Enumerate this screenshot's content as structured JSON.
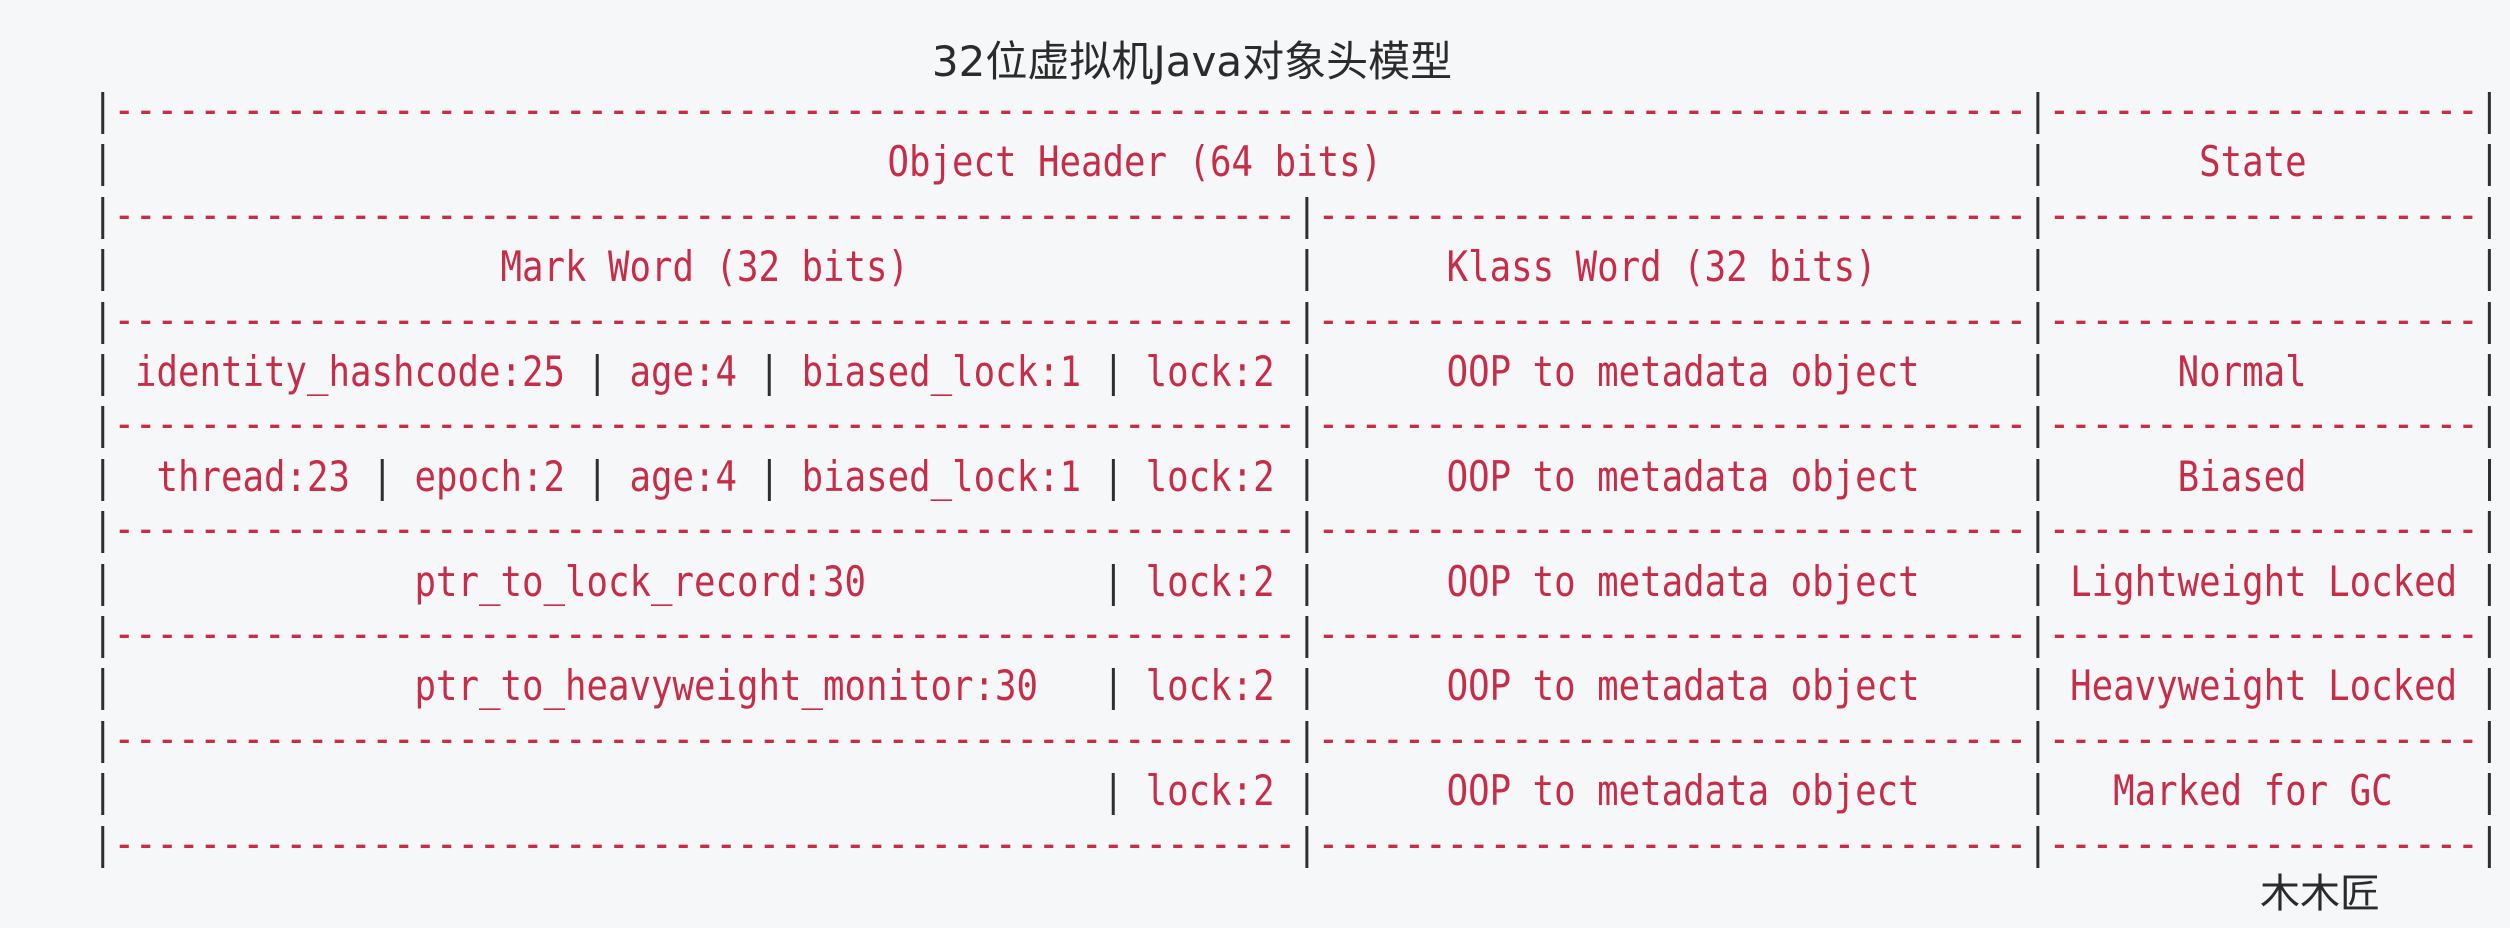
{
  "page": {
    "title": "32位虚拟机Java对象头模型",
    "watermark": "木木匠"
  },
  "colors": {
    "background": "#f6f7f9",
    "accent_red": "#c62d48",
    "pipe_dark": "#2f2f2f",
    "ink_dark": "#2b2b2b"
  },
  "table": {
    "header": {
      "object_header": "Object Header (64 bits)",
      "state": "State"
    },
    "subheader": {
      "mark_word": "Mark Word (32 bits)",
      "klass_word": "Klass Word (32 bits)"
    },
    "rows": [
      {
        "mark_word": "identity_hashcode:25 | age:4 | biased_lock:1 | lock:2",
        "klass_word": "OOP to metadata object",
        "state": "Normal"
      },
      {
        "mark_word": "thread:23 | epoch:2 | age:4 | biased_lock:1 | lock:2",
        "klass_word": "OOP to metadata object",
        "state": "Biased"
      },
      {
        "mark_word": "ptr_to_lock_record:30 | lock:2",
        "klass_word": "OOP to metadata object",
        "state": "Lightweight Locked"
      },
      {
        "mark_word": "ptr_to_heavyweight_monitor:30 | lock:2",
        "klass_word": "OOP to metadata object",
        "state": "Heavyweight Locked"
      },
      {
        "mark_word": "lock:2",
        "klass_word": "OOP to metadata object",
        "state": "Marked for GC"
      }
    ]
  },
  "ascii_diagram": {
    "legend": {
      "pipe": "|",
      "dash": "-"
    },
    "lines": [
      [
        "|",
        {
          "d": 89
        },
        "|",
        {
          "d": 20
        },
        "|"
      ],
      [
        "|",
        {
          "s": 36
        },
        "Object Header (64 bits)",
        {
          "s": 30
        },
        "|",
        {
          "s": 7
        },
        "State",
        {
          "s": 8
        },
        "|"
      ],
      [
        "|",
        {
          "d": 55
        },
        "|",
        {
          "d": 33
        },
        "|",
        {
          "d": 20
        },
        "|"
      ],
      [
        "|",
        {
          "s": 18
        },
        "Mark Word (32 bits)",
        {
          "s": 18
        },
        "|",
        {
          "s": 6
        },
        "Klass Word (32 bits)",
        {
          "s": 7
        },
        "|",
        {
          "s": 20
        },
        "|"
      ],
      [
        "|",
        {
          "d": 55
        },
        "|",
        {
          "d": 33
        },
        "|",
        {
          "d": 20
        },
        "|"
      ],
      [
        "|",
        " identity_hashcode:25 ",
        "|",
        " age:4 ",
        "|",
        " biased_lock:1 ",
        "|",
        " lock:2 ",
        "|",
        {
          "s": 6
        },
        "OOP to metadata object",
        {
          "s": 5
        },
        "|",
        {
          "s": 6
        },
        "Normal",
        {
          "s": 8
        },
        "|"
      ],
      [
        "|",
        {
          "d": 55
        },
        "|",
        {
          "d": 33
        },
        "|",
        {
          "d": 20
        },
        "|"
      ],
      [
        "|",
        "  thread:23 ",
        "|",
        " epoch:2 ",
        "|",
        " age:4 ",
        "|",
        " biased_lock:1 ",
        "|",
        " lock:2 ",
        "|",
        {
          "s": 6
        },
        "OOP to metadata object",
        {
          "s": 5
        },
        "|",
        {
          "s": 6
        },
        "Biased",
        {
          "s": 8
        },
        "|"
      ],
      [
        "|",
        {
          "d": 55
        },
        "|",
        {
          "d": 33
        },
        "|",
        {
          "d": 20
        },
        "|"
      ],
      [
        "|",
        {
          "s": 14
        },
        "ptr_to_lock_record:30",
        {
          "s": 11
        },
        "|",
        " lock:2 ",
        "|",
        {
          "s": 6
        },
        "OOP to metadata object",
        {
          "s": 5
        },
        "|",
        " Lightweight Locked ",
        "|"
      ],
      [
        "|",
        {
          "d": 55
        },
        "|",
        {
          "d": 33
        },
        "|",
        {
          "d": 20
        },
        "|"
      ],
      [
        "|",
        {
          "s": 14
        },
        "ptr_to_heavyweight_monitor:30",
        {
          "s": 3
        },
        "|",
        " lock:2 ",
        "|",
        {
          "s": 6
        },
        "OOP to metadata object",
        {
          "s": 5
        },
        "|",
        " Heavyweight Locked ",
        "|"
      ],
      [
        "|",
        {
          "d": 55
        },
        "|",
        {
          "d": 33
        },
        "|",
        {
          "d": 20
        },
        "|"
      ],
      [
        "|",
        {
          "s": 46
        },
        "|",
        " lock:2 ",
        "|",
        {
          "s": 6
        },
        "OOP to metadata object",
        {
          "s": 5
        },
        "|",
        {
          "s": 3
        },
        "Marked for GC",
        {
          "s": 4
        },
        "|"
      ],
      [
        "|",
        {
          "d": 55
        },
        "|",
        {
          "d": 33
        },
        "|",
        {
          "d": 20
        },
        "|"
      ]
    ]
  }
}
